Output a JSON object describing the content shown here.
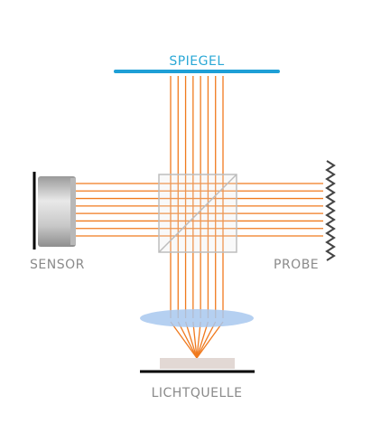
{
  "labels": {
    "mirror": "SPIEGEL",
    "sensor": "SENSOR",
    "sample": "PROBE",
    "light_source": "LICHTQUELLE"
  },
  "colors": {
    "mirror_label": "#2aa8d6",
    "mirror_bar": "#1e9fd6",
    "gray_label": "#8a8a8a",
    "beam": "#f07a1e",
    "lens": "#a8c8ee",
    "cube_edge": "#bdbdbd",
    "base": "#000000",
    "emitter": "#e2d8d4"
  },
  "icons": {
    "mirror": "mirror-bar",
    "sensor": "camera-sensor-icon",
    "sample": "rough-surface-icon",
    "lens": "lens-ellipse",
    "beam_splitter": "beam-splitter-cube"
  }
}
